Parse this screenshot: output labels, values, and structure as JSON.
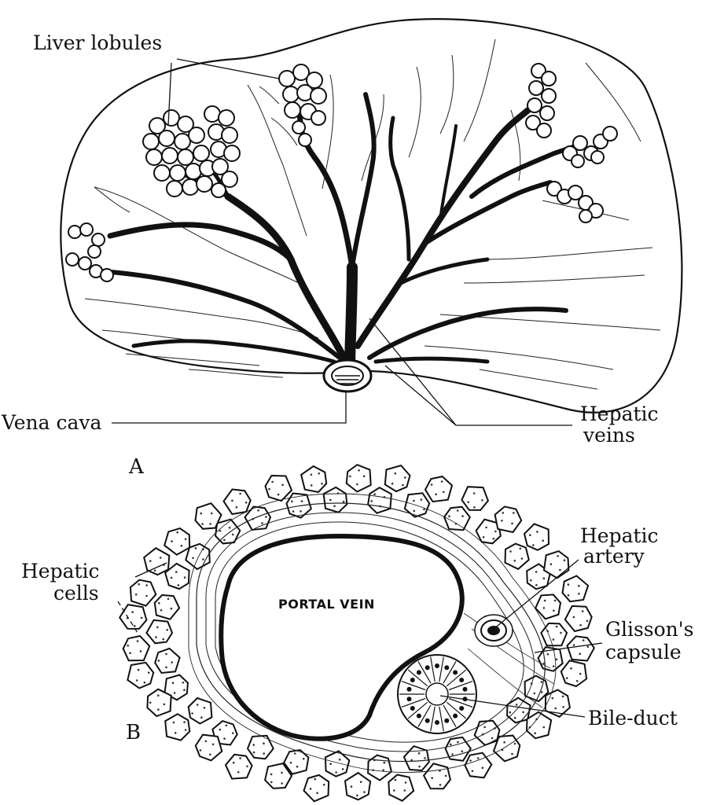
{
  "diagram_a": {
    "panel_letter": "A",
    "labels": {
      "liver_lobules": "Liver lobules",
      "vena_cava": "Vena cava",
      "hepatic_veins_line1": "Hepatic",
      "hepatic_veins_line2": "veins"
    }
  },
  "diagram_b": {
    "panel_letter": "B",
    "labels": {
      "hepatic_cells_line1": "Hepatic",
      "hepatic_cells_line2": "cells",
      "portal_vein": "PORTAL VEIN",
      "hepatic_artery_line1": "Hepatic",
      "hepatic_artery_line2": "artery",
      "glissons_capsule_line1": "Glisson's",
      "glissons_capsule_line2": "capsule",
      "bile_duct": "Bile-duct"
    }
  }
}
